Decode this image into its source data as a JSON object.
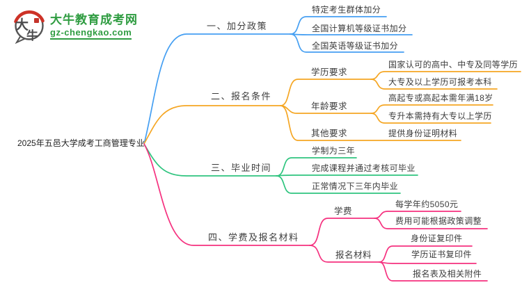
{
  "palette": {
    "blue": "#459ff2",
    "orange": "#f5a623",
    "green": "#2ec47e",
    "pink": "#f5317f",
    "brand_green": "#2f9c41",
    "seal_red": "#c5342c",
    "text": "#3c3c3c"
  },
  "logo": {
    "icon_char_1": "大",
    "icon_char_2": "牛",
    "title": "大牛教育成考网",
    "domain": "gz-chengkao.com"
  },
  "root": {
    "label": "2025年五邑大学成考工商管理专业"
  },
  "branches": [
    {
      "label": "一、加分政策",
      "leaves": [
        "特定考生群体加分",
        "全国计算机等级证书加分",
        "全国英语等级证书加分"
      ]
    },
    {
      "label": "二、报名条件",
      "children": [
        {
          "label": "学历要求",
          "leaves": [
            "国家认可的高中、中专及同等学历",
            "大专及以上学历可报考本科"
          ]
        },
        {
          "label": "年龄要求",
          "leaves": [
            "高起专或高起本需年满18岁",
            "专升本需持有大专以上学历"
          ]
        },
        {
          "label": "其他要求",
          "leaves": [
            "提供身份证明材料"
          ]
        }
      ]
    },
    {
      "label": "三、毕业时间",
      "leaves": [
        "学制为三年",
        "完成课程并通过考核可毕业",
        "正常情况下三年内毕业"
      ]
    },
    {
      "label": "四、学费及报名材料",
      "children": [
        {
          "label": "学费",
          "leaves": [
            "每学年约5050元",
            "费用可能根据政策调整"
          ]
        },
        {
          "label": "报名材料",
          "leaves": [
            "身份证复印件",
            "学历证书复印件",
            "报名表及相关附件"
          ]
        }
      ]
    }
  ]
}
